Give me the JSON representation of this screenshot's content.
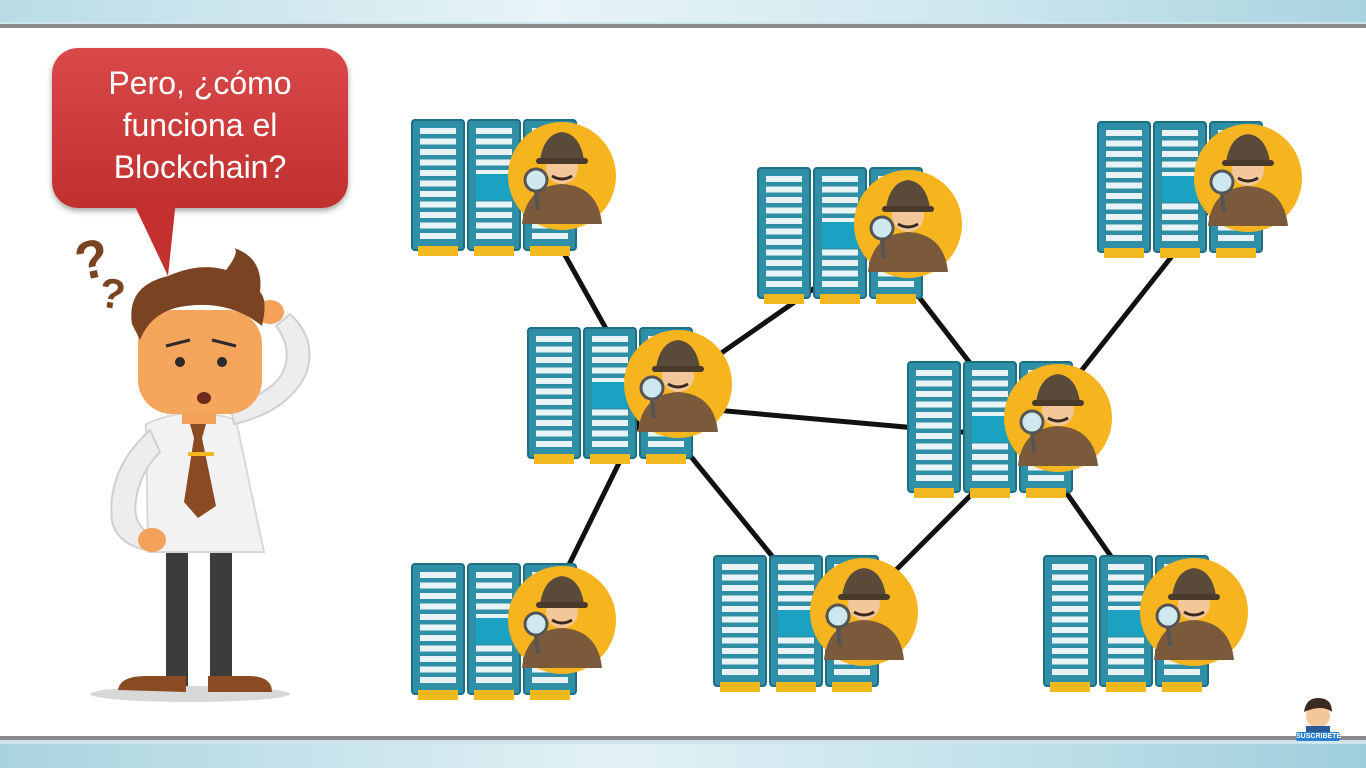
{
  "speech_bubble": {
    "text": "Pero, ¿cómo\nfunciona el\nBlockchain?"
  },
  "question_marks": [
    "?",
    "?"
  ],
  "character": {
    "icon": "confused-businessman"
  },
  "network": {
    "node_icon": "server-rack-with-detective",
    "nodes": [
      "node-top-left",
      "node-top-center",
      "node-top-right",
      "node-middle-left",
      "node-middle-right",
      "node-bottom-left",
      "node-bottom-center",
      "node-bottom-right"
    ],
    "connections": [
      [
        "node-top-left",
        "node-middle-left"
      ],
      [
        "node-middle-left",
        "node-top-center"
      ],
      [
        "node-middle-left",
        "node-middle-right"
      ],
      [
        "node-middle-left",
        "node-bottom-left"
      ],
      [
        "node-middle-left",
        "node-bottom-center"
      ],
      [
        "node-top-center",
        "node-middle-right"
      ],
      [
        "node-top-right",
        "node-middle-right"
      ],
      [
        "node-middle-right",
        "node-bottom-center"
      ],
      [
        "node-middle-right",
        "node-bottom-right"
      ]
    ]
  },
  "subscribe_badge": {
    "label": "SUSCRIBETE",
    "icon": "avatar-icon"
  },
  "colors": {
    "bubble": "#c93a3a",
    "rack": "#2f8fa6",
    "rack_foot": "#f2b820",
    "detective_circle": "#f6b41e",
    "link": "#111111"
  }
}
